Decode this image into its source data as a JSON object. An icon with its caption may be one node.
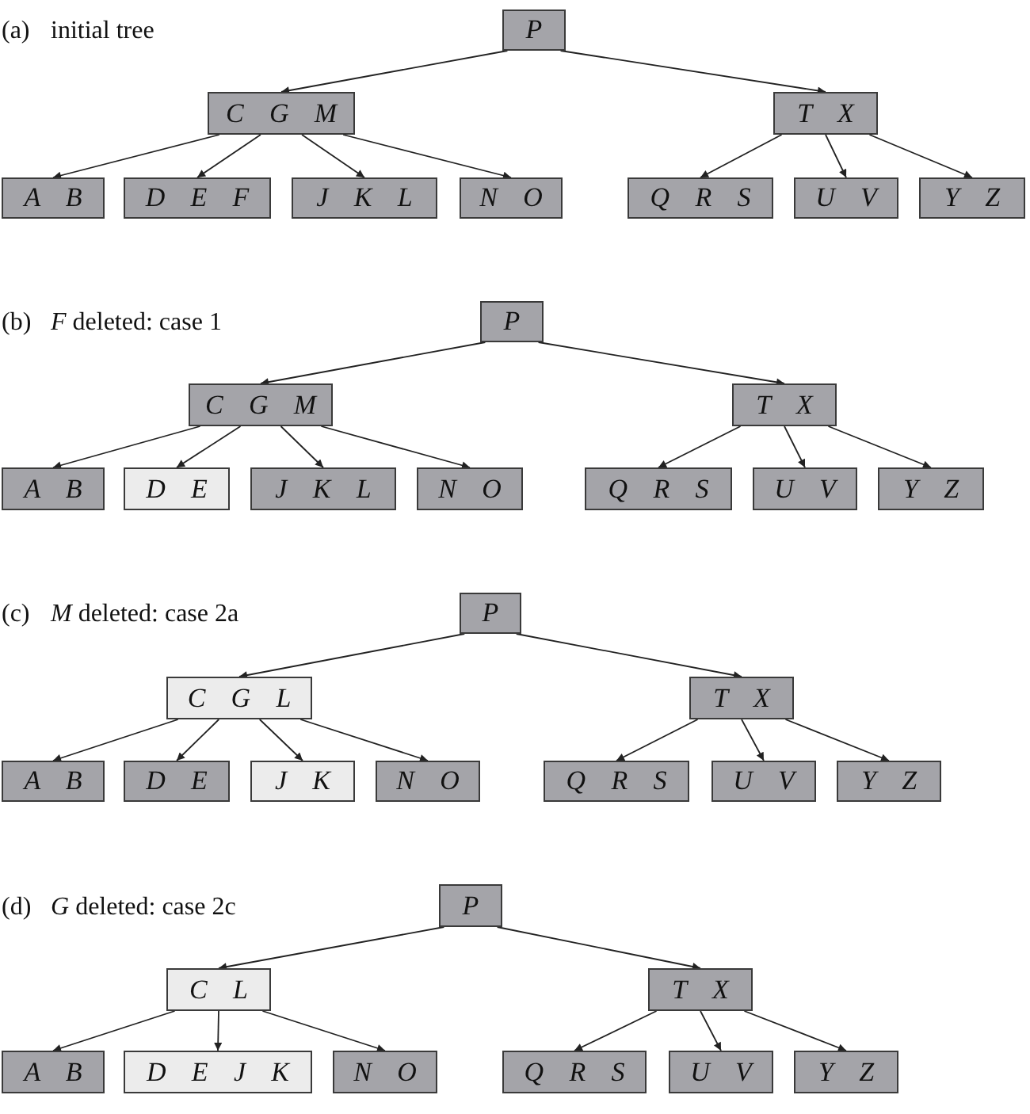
{
  "diagram": {
    "nodes": [
      {
        "text": [
          "P"
        ]
      },
      {
        "text": [
          "C G M"
        ]
      },
      {
        "text": [
          "T X"
        ]
      },
      {
        "text": [
          "A B"
        ]
      },
      {
        "text": [
          "D E F"
        ]
      },
      {
        "text": [
          "J K L"
        ]
      },
      {
        "text": [
          "N O"
        ]
      },
      {
        "text": [
          "Q R S"
        ]
      },
      {
        "text": [
          "U V"
        ]
      },
      {
        "text": [
          "Y Z"
        ]
      },
      {
        "text": [
          "P"
        ]
      },
      {
        "text": [
          "C G M"
        ]
      },
      {
        "text": [
          "T X"
        ]
      },
      {
        "text": [
          "A B"
        ]
      },
      {
        "text": [
          "D E"
        ]
      },
      {
        "text": [
          "J K L"
        ]
      },
      {
        "text": [
          "N O"
        ]
      },
      {
        "text": [
          "Q R S"
        ]
      },
      {
        "text": [
          "U V"
        ]
      },
      {
        "text": [
          "Y Z"
        ]
      },
      {
        "text": [
          "P"
        ]
      },
      {
        "text": [
          "C G L"
        ]
      },
      {
        "text": [
          "T X"
        ]
      },
      {
        "text": [
          "A B"
        ]
      },
      {
        "text": [
          "D E"
        ]
      },
      {
        "text": [
          "J K"
        ]
      },
      {
        "text": [
          "N O"
        ]
      },
      {
        "text": [
          "Q R S"
        ]
      },
      {
        "text": [
          "U V"
        ]
      },
      {
        "text": [
          "Y Z"
        ]
      },
      {
        "text": [
          "P"
        ]
      },
      {
        "text": [
          "C L"
        ]
      },
      {
        "text": [
          "T X"
        ]
      },
      {
        "text": [
          "A B"
        ]
      },
      {
        "text": [
          "D E J K"
        ]
      },
      {
        "text": [
          "N O"
        ]
      },
      {
        "text": [
          "Q R S"
        ]
      },
      {
        "text": [
          "U V"
        ]
      },
      {
        "text": [
          "Y Z"
        ]
      }
    ],
    "edges": [
      {
        "from": 0,
        "to": 1,
        "arrow": "to"
      },
      {
        "from": 0,
        "to": 2,
        "arrow": "to"
      },
      {
        "from": 1,
        "to": 3,
        "arrow": "to"
      },
      {
        "from": 1,
        "to": 4,
        "arrow": "to"
      },
      {
        "from": 1,
        "to": 5,
        "arrow": "to"
      },
      {
        "from": 1,
        "to": 6,
        "arrow": "to"
      },
      {
        "from": 2,
        "to": 7,
        "arrow": "to"
      },
      {
        "from": 2,
        "to": 8,
        "arrow": "to"
      },
      {
        "from": 2,
        "to": 9,
        "arrow": "to"
      },
      {
        "from": 10,
        "to": 11,
        "arrow": "to"
      },
      {
        "from": 10,
        "to": 12,
        "arrow": "to"
      },
      {
        "from": 11,
        "to": 13,
        "arrow": "to"
      },
      {
        "from": 11,
        "to": 14,
        "arrow": "to"
      },
      {
        "from": 11,
        "to": 15,
        "arrow": "to"
      },
      {
        "from": 11,
        "to": 16,
        "arrow": "to"
      },
      {
        "from": 12,
        "to": 17,
        "arrow": "to"
      },
      {
        "from": 12,
        "to": 18,
        "arrow": "to"
      },
      {
        "from": 12,
        "to": 19,
        "arrow": "to"
      },
      {
        "from": 20,
        "to": 21,
        "arrow": "to"
      },
      {
        "from": 20,
        "to": 22,
        "arrow": "to"
      },
      {
        "from": 21,
        "to": 23,
        "arrow": "to"
      },
      {
        "from": 21,
        "to": 24,
        "arrow": "to"
      },
      {
        "from": 21,
        "to": 25,
        "arrow": "to"
      },
      {
        "from": 21,
        "to": 26,
        "arrow": "to"
      },
      {
        "from": 22,
        "to": 27,
        "arrow": "to"
      },
      {
        "from": 22,
        "to": 28,
        "arrow": "to"
      },
      {
        "from": 22,
        "to": 29,
        "arrow": "to"
      },
      {
        "from": 30,
        "to": 31,
        "arrow": "to"
      },
      {
        "from": 30,
        "to": 32,
        "arrow": "to"
      },
      {
        "from": 31,
        "to": 33,
        "arrow": "to"
      },
      {
        "from": 31,
        "to": 34,
        "arrow": "to"
      },
      {
        "from": 31,
        "to": 35,
        "arrow": "to"
      },
      {
        "from": 32,
        "to": 36,
        "arrow": "to"
      },
      {
        "from": 32,
        "to": 37,
        "arrow": "to"
      },
      {
        "from": 32,
        "to": 38,
        "arrow": "to"
      }
    ],
    "labels": [
      "(a)",
      "initial tree",
      "(b)",
      "*F* deleted: case 1",
      "(c)",
      "*M* deleted: case 2a",
      "(d)",
      "*G* deleted: case 2c"
    ]
  }
}
